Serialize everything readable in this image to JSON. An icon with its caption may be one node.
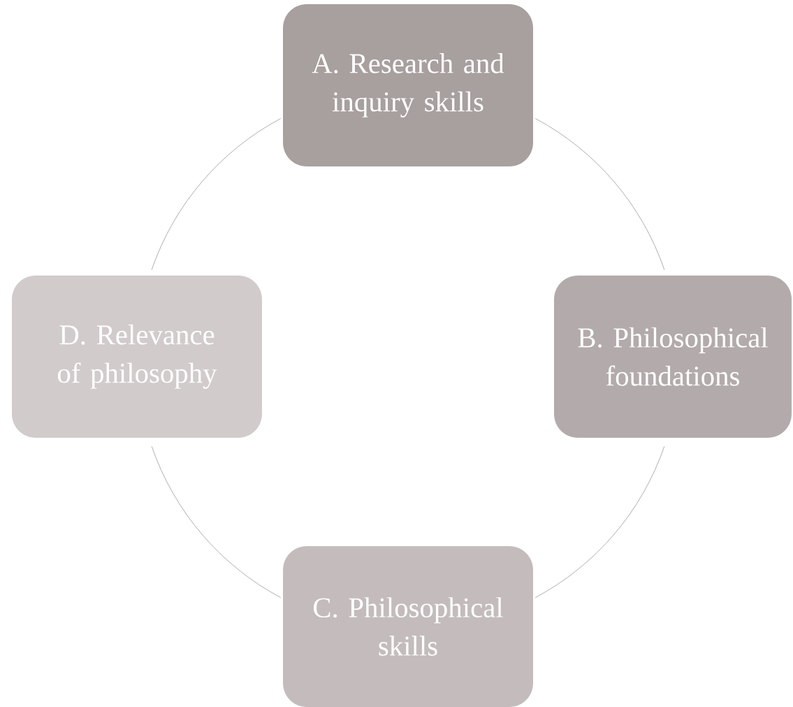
{
  "diagram": {
    "nodes": [
      {
        "text": [
          "A. Research and inquiry skills"
        ]
      },
      {
        "text": [
          "B. Philosophical foundations"
        ]
      },
      {
        "text": [
          "C. Philosophical skills"
        ]
      },
      {
        "text": [
          "D. Relevance of philosophy"
        ]
      }
    ],
    "edges": [
      {
        "from": 0,
        "to": 1,
        "arrow": "none"
      },
      {
        "from": 1,
        "to": 2,
        "arrow": "none"
      },
      {
        "from": 2,
        "to": 3,
        "arrow": "none"
      },
      {
        "from": 3,
        "to": 0,
        "arrow": "none"
      }
    ]
  }
}
